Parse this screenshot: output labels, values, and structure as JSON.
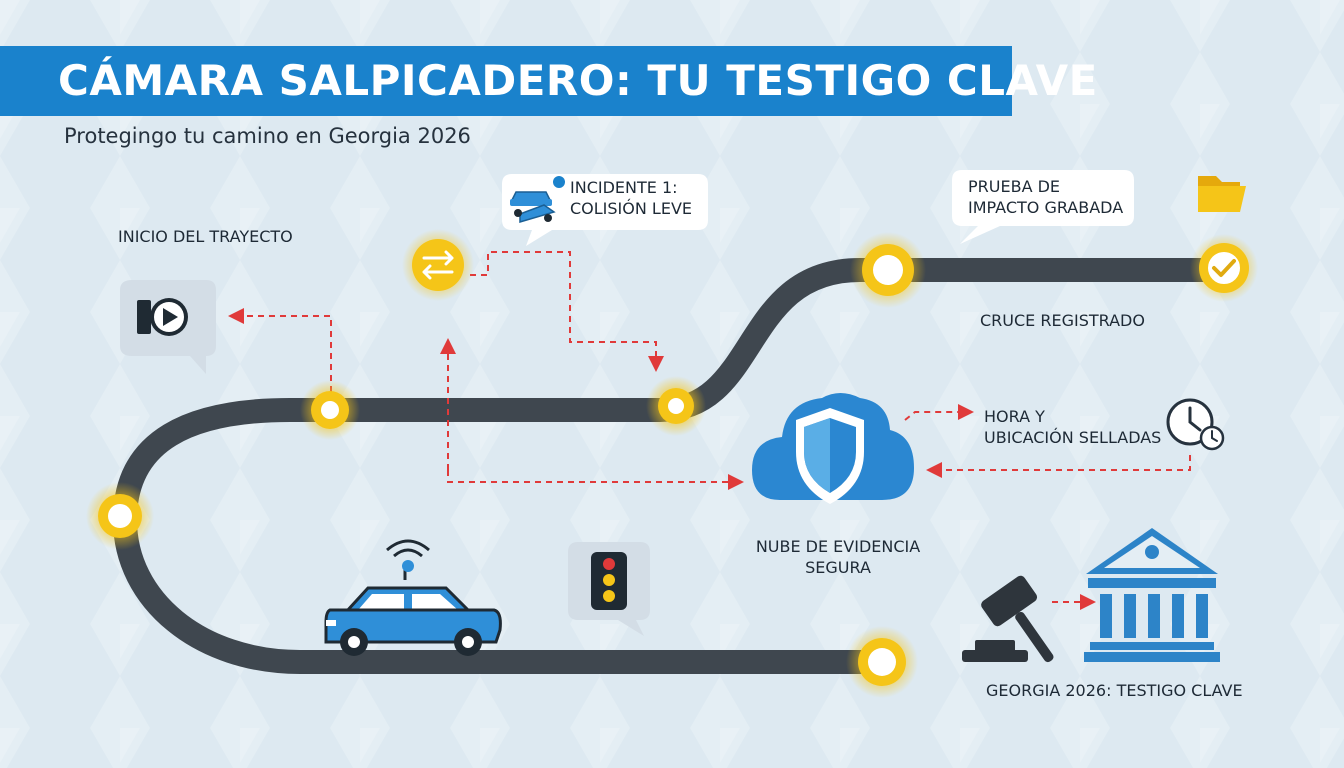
{
  "header": {
    "title": "CÁMARA SALPICADERO: TU TESTIGO CLAVE",
    "subtitle": "Protegingo tu camino en Georgia 2026"
  },
  "labels": {
    "start": "INICIO DEL TRAYECTO",
    "incident_line1": "INCIDENTE 1:",
    "incident_line2": "COLISIÓN LEVE",
    "proof_line1": "PRUEBA DE",
    "proof_line2": "IMPACTO GRABADA",
    "crossing": "CRUCE REGISTRADO",
    "time_line1": "HORA Y",
    "time_line2": "UBICACIÓN SELLADAS",
    "cloud_line1": "NUBE DE EVIDENCIA",
    "cloud_line2": "SEGURA",
    "georgia": "GEORGIA 2026: TESTIGO CLAVE"
  },
  "icons": {
    "camera": "video-camera-icon",
    "incident": "collision-cars-icon",
    "folder": "folder-icon",
    "check": "checkmark-icon",
    "cloud": "cloud-shield-icon",
    "clock": "clock-icon",
    "traffic_light": "traffic-light-icon",
    "car": "connected-car-icon",
    "gavel": "gavel-icon",
    "courthouse": "courthouse-icon"
  },
  "colors": {
    "accent": "#1a82cc",
    "road": "#3f474f",
    "node": "#f5c518",
    "arrow": "#e03a3a",
    "car": "#2f8fd8"
  }
}
